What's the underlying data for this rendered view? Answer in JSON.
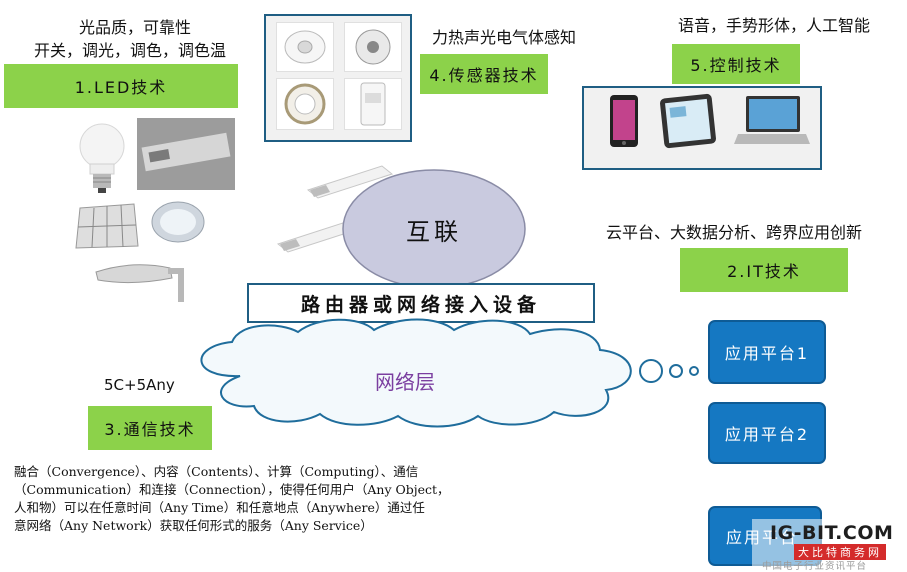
{
  "led": {
    "caption_line1": "光品质，可靠性",
    "caption_line2": "开关，调光，调色，调色温",
    "label": "1.LED技术"
  },
  "sensor": {
    "caption": "力热声光电气体感知",
    "label": "4.传感器技术"
  },
  "control": {
    "caption": "语音，手势形体，人工智能",
    "label": "5.控制技术"
  },
  "it": {
    "caption": "云平台、大数据分析、跨界应用创新",
    "label": "2.IT技术"
  },
  "interconnect": {
    "label": "互联"
  },
  "router": {
    "label": "路由器或网络接入设备"
  },
  "network": {
    "label": "网络层"
  },
  "comm": {
    "caption": "5C+5Any",
    "label": "3.通信技术",
    "description_line1": "融合（Convergence）、内容（Contents）、计算（Computing）、通信",
    "description_line2": "（Communication）和连接（Connection），使得任何用户（Any Object，",
    "description_line3": "人和物）可以在任意时间（Any Time）和任意地点（Anywhere）通过任",
    "description_line4": "意网络（Any Network）获取任何形式的服务（Any Service）"
  },
  "platforms": [
    {
      "label": "应用平台1"
    },
    {
      "label": "应用平台2"
    },
    {
      "label": "应用平台"
    }
  ],
  "watermark": {
    "brand": "IG-BIT.COM",
    "sub": "大比特商务网",
    "tagline": "中国电子行业资讯平台"
  },
  "colors": {
    "green": "#8cd24a",
    "blue": "#1578c2",
    "frame": "#1f5e83",
    "ellipse": "#c9cadf",
    "purple_text": "#7b3fa0"
  }
}
